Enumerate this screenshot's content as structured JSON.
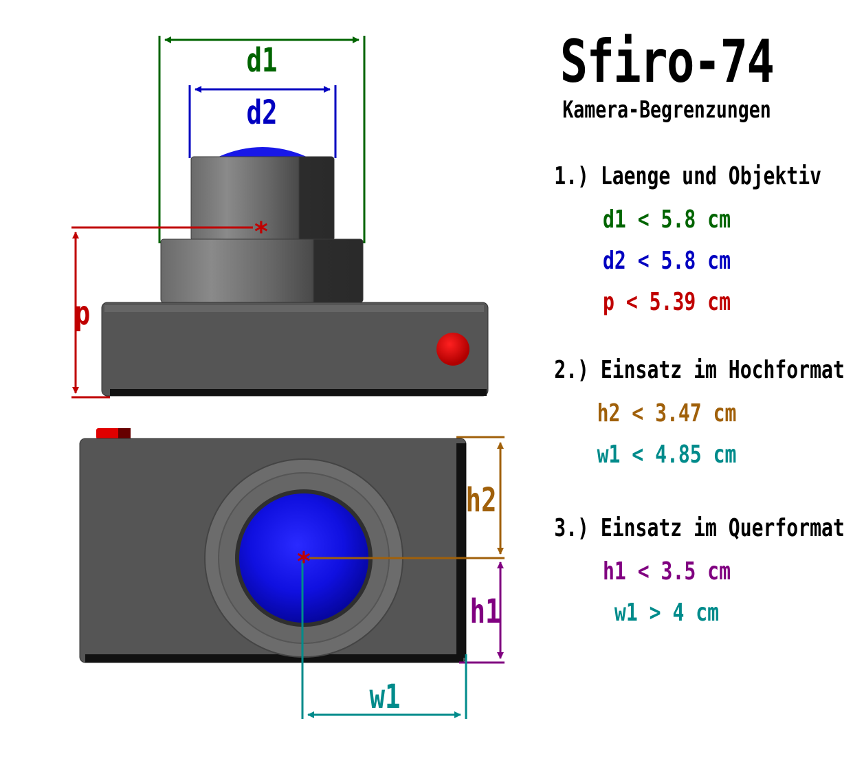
{
  "title": "Sfiro-74",
  "subtitle": "Kamera-Begrenzungen",
  "sections": [
    {
      "heading": "1.) Laenge und Objektiv",
      "conditions": [
        {
          "text": "d1 < 5.8 cm",
          "color": "#006400"
        },
        {
          "text": "d2 < 5.8 cm",
          "color": "#0000c0"
        },
        {
          "text": "p < 5.39 cm",
          "color": "#c00000"
        }
      ]
    },
    {
      "heading": "2.) Einsatz im Hochformat",
      "conditions": [
        {
          "text": "h2 < 3.47 cm",
          "color": "#a0600a"
        },
        {
          "text": "w1 < 4.85 cm",
          "color": "#008b8b"
        }
      ]
    },
    {
      "heading": "3.) Einsatz im Querformat",
      "conditions": [
        {
          "text": "h1 < 3.5 cm",
          "color": "#800080"
        },
        {
          "text": "w1 > 4 cm",
          "color": "#008b8b"
        }
      ]
    }
  ],
  "dimension_labels": {
    "d1": {
      "label": "d1",
      "color": "#006400"
    },
    "d2": {
      "label": "d2",
      "color": "#0000c0"
    },
    "p": {
      "label": "p",
      "color": "#c00000"
    },
    "h2": {
      "label": "h2",
      "color": "#a0600a"
    },
    "h1": {
      "label": "h1",
      "color": "#800080"
    },
    "w1": {
      "label": "w1",
      "color": "#008b8b"
    }
  },
  "colors": {
    "body": "#555555",
    "lens_blue": "#1010e0",
    "button_red": "#d00000"
  }
}
